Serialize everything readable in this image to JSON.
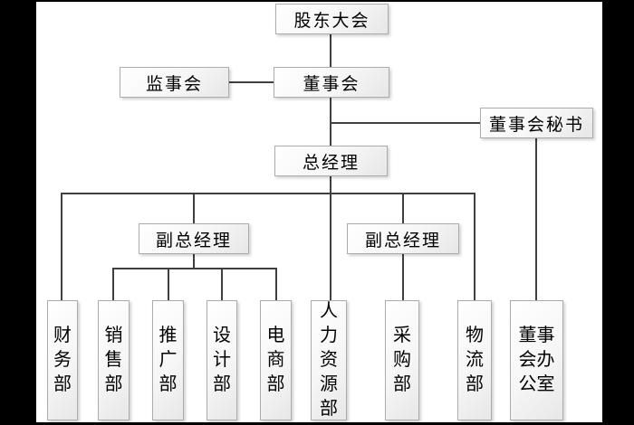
{
  "diagram": {
    "type": "org-chart",
    "nodes": {
      "shareholders_meeting": "股东大会",
      "supervisory_board": "监事会",
      "board_of_directors": "董事会",
      "board_secretary": "董事会秘书",
      "general_manager": "总经理",
      "deputy_gm_1": "副总经理",
      "deputy_gm_2": "副总经理",
      "finance_dept": "财务部",
      "sales_dept": "销售部",
      "promotion_dept": "推广部",
      "design_dept": "设计部",
      "ecommerce_dept": "电商部",
      "hr_dept": "人力资源部",
      "purchasing_dept": "采购部",
      "logistics_dept": "物流部",
      "board_office": "董事会办公室"
    },
    "edges": [
      {
        "from": "shareholders_meeting",
        "to": "board_of_directors"
      },
      {
        "from": "supervisory_board",
        "to": "board_of_directors",
        "style": "lateral"
      },
      {
        "from": "board_of_directors",
        "to": "board_secretary",
        "style": "lateral"
      },
      {
        "from": "board_of_directors",
        "to": "general_manager"
      },
      {
        "from": "board_secretary",
        "to": "board_office"
      },
      {
        "from": "general_manager",
        "to": "finance_dept"
      },
      {
        "from": "general_manager",
        "to": "deputy_gm_1"
      },
      {
        "from": "general_manager",
        "to": "hr_dept"
      },
      {
        "from": "general_manager",
        "to": "deputy_gm_2"
      },
      {
        "from": "general_manager",
        "to": "logistics_dept"
      },
      {
        "from": "deputy_gm_1",
        "to": "sales_dept"
      },
      {
        "from": "deputy_gm_1",
        "to": "promotion_dept"
      },
      {
        "from": "deputy_gm_1",
        "to": "design_dept"
      },
      {
        "from": "deputy_gm_1",
        "to": "ecommerce_dept"
      },
      {
        "from": "deputy_gm_2",
        "to": "purchasing_dept"
      }
    ],
    "colors": {
      "connector": "#3f3f3f",
      "box_border": "#acacac",
      "box_fill_top": "#ffffff",
      "box_fill_bottom": "#e7e7e7",
      "canvas": "#ffffff",
      "letterbox": "#000000",
      "text": "#000000"
    }
  }
}
